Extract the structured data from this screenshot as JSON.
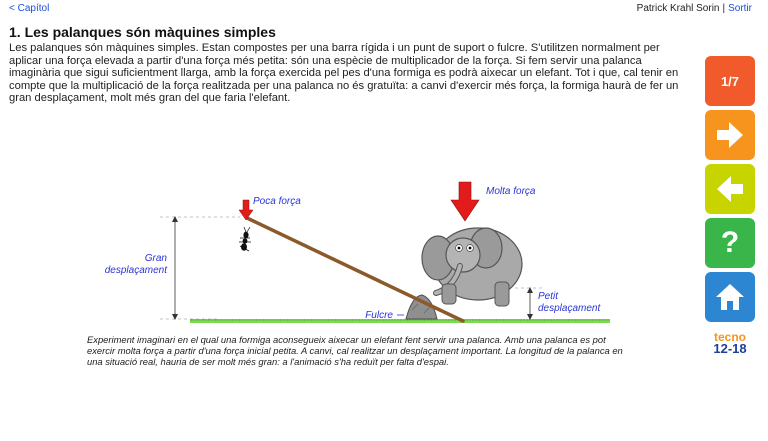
{
  "header": {
    "back_link": "< Capítol",
    "user_name": "Patrick Krahl Sorin",
    "separator": "|",
    "logout": "Sortir"
  },
  "lesson": {
    "title": "1. Les palanques són màquines simples",
    "body": "Les palanques són màquines simples. Estan compostes per una barra rígida i un punt de suport o fulcre. S'utilitzen normalment per aplicar una força elevada a partir d'una força més petita: són una espècie de multiplicador de la força. Si fem servir una palanca imaginària que sigui suficientment llarga, amb la força exercida pel pes d'una formiga es podrà aixecar un elefant. Tot i que, cal tenir en compte que la multiplicació de la força realitzada per una palanca no és gratuïta: a canvi d'exercir més força, la formiga haurà de fer un gran desplaçament, molt més gran del que faria l'elefant."
  },
  "figure": {
    "labels": {
      "small_force": "Poca força",
      "big_force": "Molta força",
      "large_displacement_1": "Gran",
      "large_displacement_2": "desplaçament",
      "small_displacement_1": "Petit",
      "small_displacement_2": "desplaçament",
      "fulcrum": "Fulcre"
    },
    "caption": "Experiment imaginari en el qual una formiga aconsegueix aixecar un elefant fent servir una palanca. Amb una palanca es pot exercir molta força a partir d'una força inicial petita. A canvi, cal realitzar un desplaçament important. La longitud de la palanca en una situació real, hauria de ser molt més gran: a l'animació s'ha reduït per falta d'espai."
  },
  "nav": {
    "page_counter": "1/7",
    "help": "?",
    "icons": {
      "next": "arrow-right-icon",
      "prev": "arrow-left-icon",
      "home": "home-icon"
    },
    "colors": {
      "counter": "#f15a2b",
      "next": "#f7941d",
      "prev": "#c8d400",
      "help": "#3ab54a",
      "home": "#2c86d1"
    }
  },
  "logo": {
    "line1": "tecno",
    "line2": "12-18"
  }
}
